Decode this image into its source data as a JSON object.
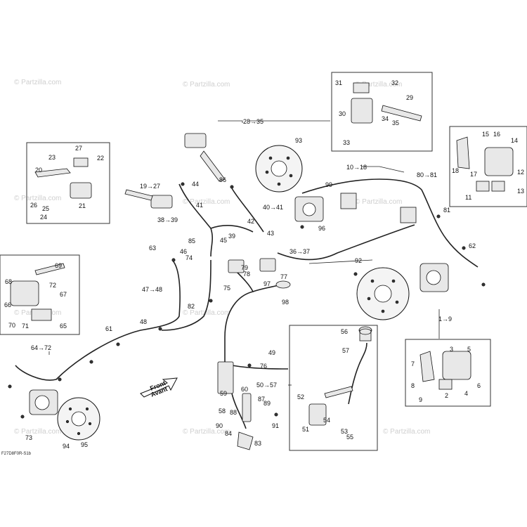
{
  "watermark": "© Partzilla.com",
  "reference_code": "F27D8F0R-S1b",
  "front_arrow": {
    "line1": "Front",
    "line2": "Avant"
  },
  "labels": [
    "1→9",
    "2",
    "3",
    "4",
    "5",
    "6",
    "7",
    "8",
    "9",
    "10→18",
    "11",
    "12",
    "13",
    "14",
    "15",
    "16",
    "17",
    "18",
    "19→27",
    "20",
    "21",
    "22",
    "23",
    "24",
    "25",
    "26",
    "27",
    "28→35",
    "29",
    "30",
    "31",
    "32",
    "33",
    "34",
    "35",
    "36→37",
    "38→39",
    "39",
    "40→41",
    "41",
    "42",
    "43",
    "44",
    "45",
    "46",
    "47→48",
    "48",
    "49",
    "50→57",
    "51",
    "52",
    "53",
    "54",
    "55",
    "56",
    "57",
    "58",
    "59",
    "60",
    "61",
    "62",
    "63",
    "64→72",
    "65",
    "66",
    "67",
    "68",
    "69",
    "70",
    "71",
    "72",
    "73",
    "74",
    "75",
    "76",
    "77",
    "78",
    "79",
    "80→81",
    "81",
    "82",
    "83",
    "84",
    "85",
    "86",
    "87",
    "88",
    "89",
    "90",
    "91",
    "92",
    "93",
    "94",
    "95",
    "96",
    "97",
    "98",
    "99"
  ]
}
